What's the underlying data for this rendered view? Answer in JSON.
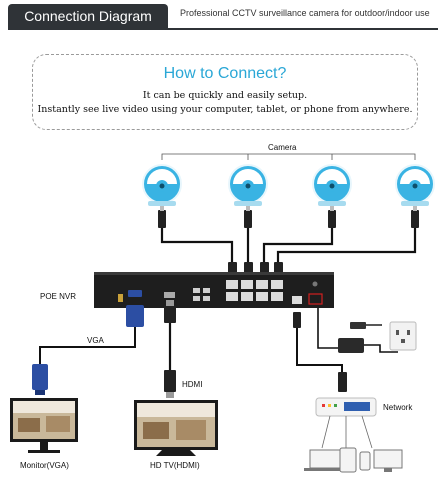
{
  "header": {
    "tab_title": "Connection Diagram",
    "subtitle": "Professional CCTV surveillance camera for outdoor/indoor use"
  },
  "connect": {
    "title": "How to Connect?",
    "line1": "It can be quickly and easily setup.",
    "line2": "Instantly see live video using your computer, tablet, or phone from anywhere."
  },
  "labels": {
    "camera": "Camera",
    "nvr": "POE NVR",
    "vga": "VGA",
    "hdmi": "HDMI",
    "monitor": "Monitor(VGA)",
    "hdtv": "HD TV(HDMI)",
    "network": "Network"
  },
  "colors": {
    "camera_blue": "#39b3e3",
    "vga_blue": "#2c4ea3",
    "nvr_black": "#1e1e1e",
    "title_blue": "#2aa7d6"
  }
}
